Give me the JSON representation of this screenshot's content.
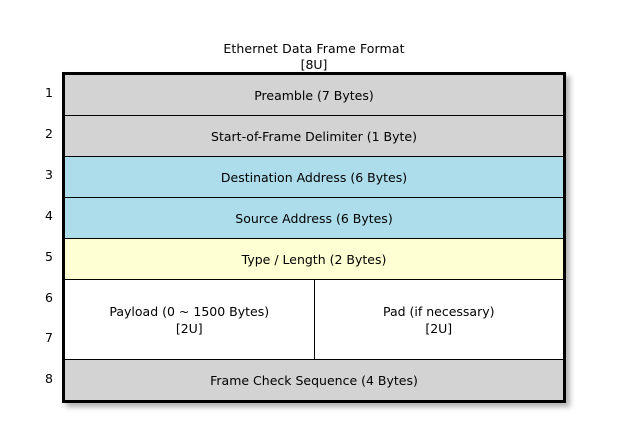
{
  "title": {
    "main": "Ethernet Data Frame Format",
    "sub": "[8U]"
  },
  "colors": {
    "background": "#ffffff",
    "border": "#000000",
    "gray_band": "#d3d3d3",
    "blue_band": "#addceb",
    "yellow_band": "#ffffd4",
    "white_band": "#ffffff"
  },
  "row_indices": [
    "1",
    "2",
    "3",
    "4",
    "5",
    "6",
    "7",
    "8"
  ],
  "rows": [
    {
      "index": "1",
      "band": "gray",
      "span": 1,
      "cells": [
        {
          "label": "Preamble (7 Bytes)",
          "sub": ""
        }
      ]
    },
    {
      "index": "2",
      "band": "gray",
      "span": 1,
      "cells": [
        {
          "label": "Start-of-Frame Delimiter (1 Byte)",
          "sub": ""
        }
      ]
    },
    {
      "index": "3",
      "band": "blue",
      "span": 1,
      "cells": [
        {
          "label": "Destination Address (6 Bytes)",
          "sub": ""
        }
      ]
    },
    {
      "index": "4",
      "band": "blue",
      "span": 1,
      "cells": [
        {
          "label": "Source Address (6 Bytes)",
          "sub": ""
        }
      ]
    },
    {
      "index": "5",
      "band": "yellow",
      "span": 1,
      "cells": [
        {
          "label": "Type / Length (2 Bytes)",
          "sub": ""
        }
      ]
    },
    {
      "index": "6-7",
      "band": "white",
      "span": 2,
      "cells": [
        {
          "label": "Payload (0 ~ 1500 Bytes)",
          "sub": "[2U]"
        },
        {
          "label": "Pad (if necessary)",
          "sub": "[2U]"
        }
      ]
    },
    {
      "index": "8",
      "band": "gray",
      "span": 1,
      "cells": [
        {
          "label": "Frame Check Sequence (4 Bytes)",
          "sub": ""
        }
      ]
    }
  ]
}
